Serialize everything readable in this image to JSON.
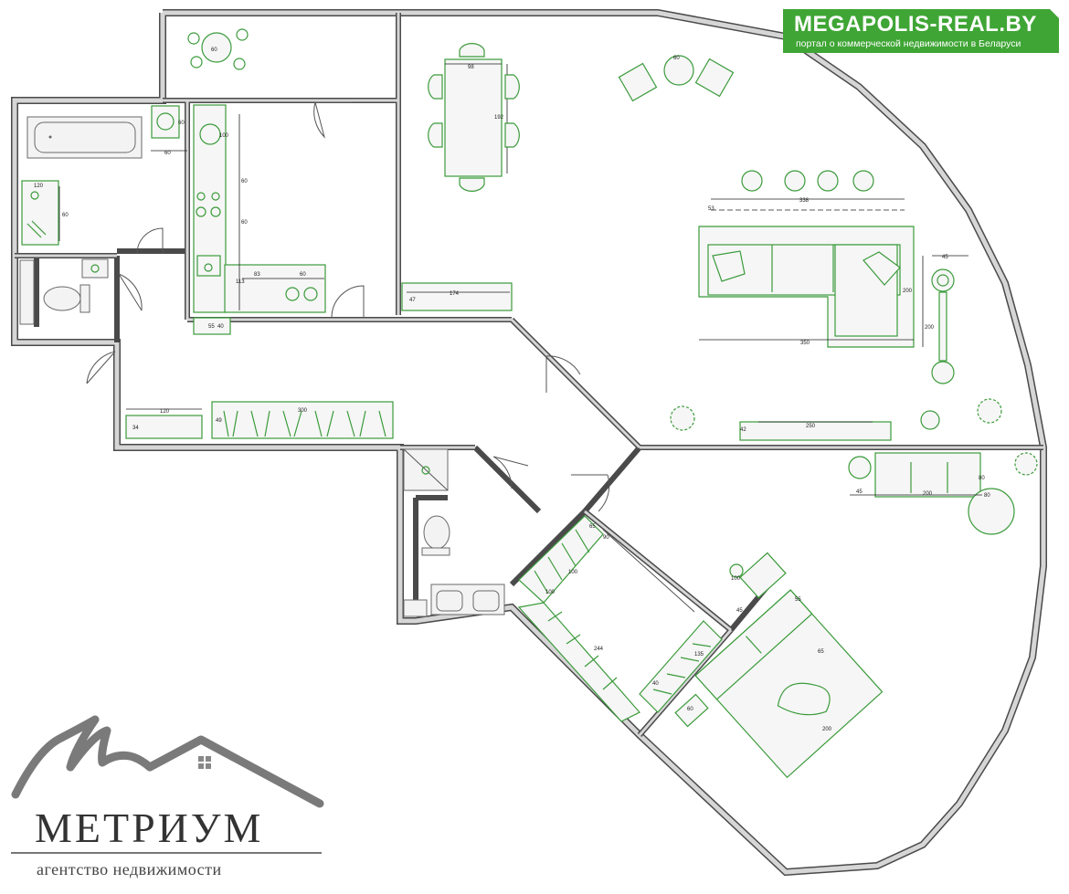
{
  "watermark": {
    "title": "MEGAPOLIS-REAL.BY",
    "subtitle": "портал о коммерческой недвижимости в Беларуси",
    "color": "#3fa535"
  },
  "agency_logo": {
    "name": "МЕТРИУМ",
    "tagline": "агентство недвижимости"
  },
  "dimensions": [
    "60",
    "60",
    "60",
    "120",
    "60",
    "100",
    "60",
    "60",
    "83",
    "60",
    "113",
    "55",
    "40",
    "98",
    "192",
    "60",
    "174",
    "47",
    "338",
    "53",
    "45",
    "200",
    "200",
    "350",
    "250",
    "42",
    "120",
    "34",
    "300",
    "49",
    "45",
    "200",
    "80",
    "80",
    "100",
    "45",
    "55",
    "65",
    "90",
    "65",
    "100",
    "244",
    "135",
    "40",
    "60",
    "100",
    "200"
  ]
}
